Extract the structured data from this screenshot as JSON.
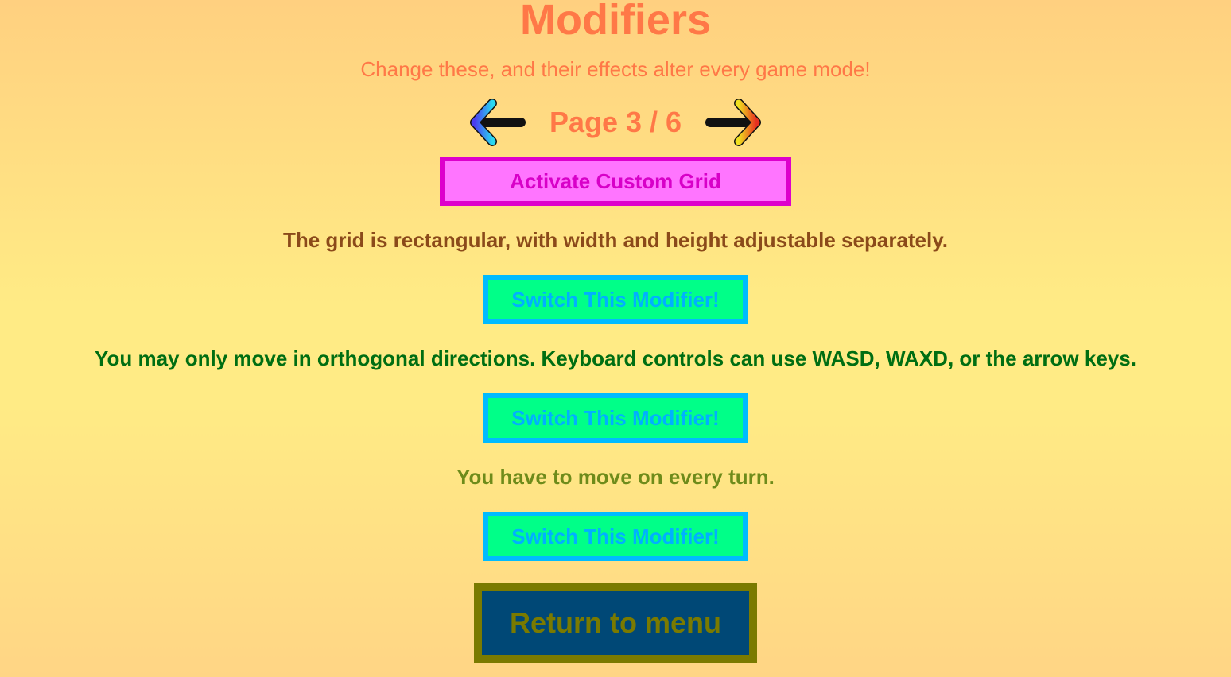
{
  "header": {
    "title": "Modifiers",
    "subtitle": "Change these, and their effects alter every game mode!"
  },
  "pager": {
    "prev_icon": "arrow-left-icon",
    "next_icon": "arrow-right-icon",
    "label": "Page 3 / 6",
    "current_page": 3,
    "total_pages": 6
  },
  "custom_grid": {
    "button_label": "Activate Custom Grid"
  },
  "modifiers": [
    {
      "description": "The grid is rectangular, with width and height adjustable separately.",
      "color": "#8b4a1a",
      "button_label": "Switch This Modifier!"
    },
    {
      "description": "You may only move in orthogonal directions. Keyboard controls can use WASD, WAXD, or the arrow keys.",
      "color": "#006e12",
      "button_label": "Switch This Modifier!"
    },
    {
      "description": "You have to move on every turn.",
      "color": "#6e8b1a",
      "button_label": "Switch This Modifier!"
    }
  ],
  "footer": {
    "return_label": "Return to menu"
  },
  "colors": {
    "title": "#ff7847",
    "custom_bg": "#ff75ff",
    "custom_border": "#dd00cc",
    "switch_bg": "#00ff88",
    "switch_border": "#00bbff",
    "return_bg": "#004876",
    "return_border": "#7a7a00"
  }
}
